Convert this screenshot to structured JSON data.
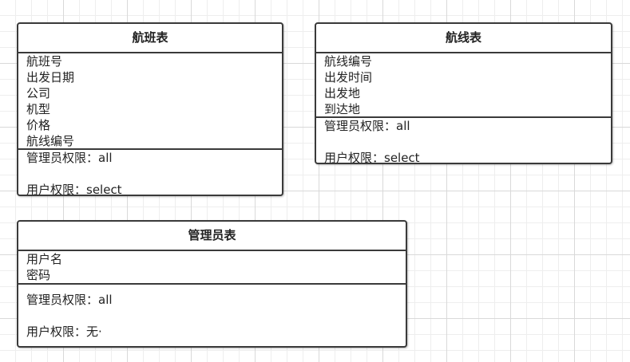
{
  "tables": {
    "flight": {
      "title": "航班表",
      "attributes": [
        "航班号",
        "出发日期",
        "公司",
        "机型",
        "价格",
        "航线编号"
      ],
      "admin_permission": "管理员权限：all",
      "user_permission": "用户权限：select"
    },
    "route": {
      "title": "航线表",
      "attributes": [
        "航线编号",
        "出发时间",
        "出发地",
        "到达地"
      ],
      "admin_permission": "管理员权限：all",
      "user_permission": "用户权限：select"
    },
    "admin": {
      "title": "管理员表",
      "attributes": [
        "用户名",
        "密码"
      ],
      "admin_permission": "管理员权限：all",
      "user_permission": "用户权限：无·"
    }
  },
  "colors": {
    "border": "#3a3a3a",
    "grid_major": "#d9d9d9",
    "grid_minor": "#eeeeee"
  }
}
